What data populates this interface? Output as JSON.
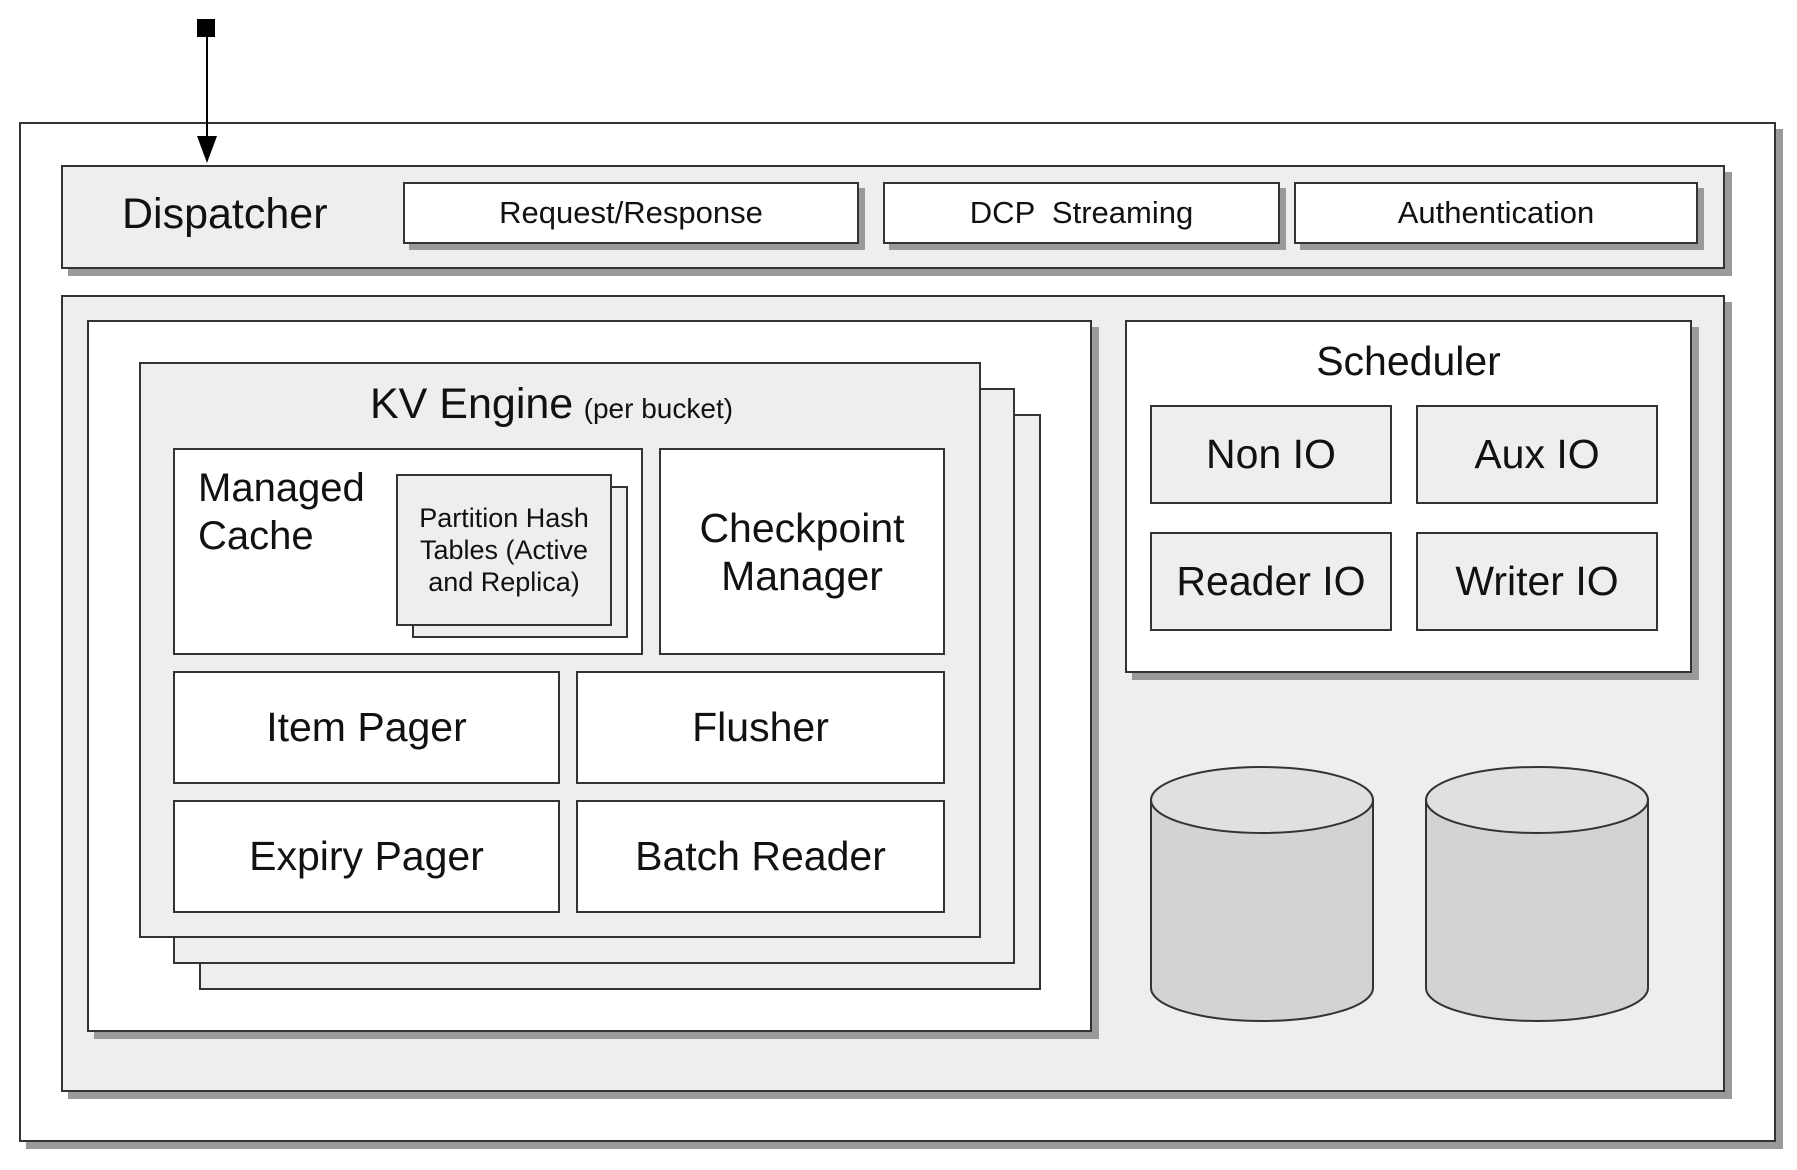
{
  "dispatcher": {
    "title": "Dispatcher",
    "modules": [
      "Request/Response",
      "DCP  Streaming",
      "Authentication"
    ]
  },
  "kv_engine": {
    "title": "KV Engine",
    "subtitle": "(per bucket)",
    "managed_cache": {
      "title_line1": "Managed",
      "title_line2": "Cache",
      "partition_line1": "Partition Hash",
      "partition_line2": "Tables (Active",
      "partition_line3": "and Replica)"
    },
    "checkpoint_line1": "Checkpoint",
    "checkpoint_line2": "Manager",
    "item_pager": "Item Pager",
    "flusher": "Flusher",
    "expiry_pager": "Expiry Pager",
    "batch_reader": "Batch Reader"
  },
  "scheduler": {
    "title": "Scheduler",
    "non_io": "Non IO",
    "aux_io": "Aux IO",
    "reader_io": "Reader IO",
    "writer_io": "Writer IO"
  },
  "colors": {
    "border": "#333333",
    "shadow": "#9a9a9a",
    "panel_gray": "#eeeeee",
    "disk_fill": "#d3d3d3"
  }
}
